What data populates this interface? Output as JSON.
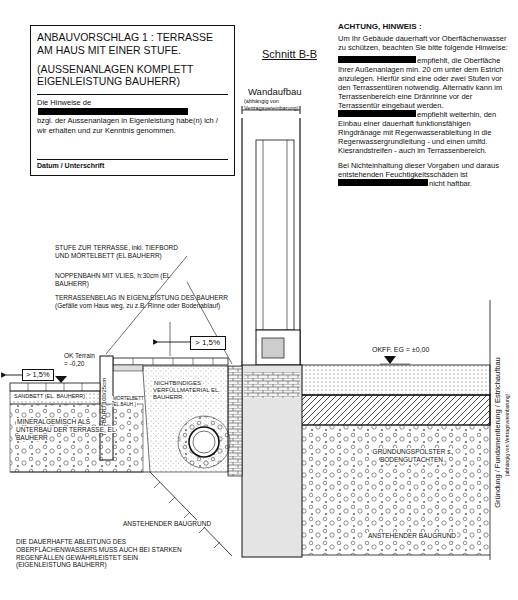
{
  "diagram": {
    "title": "Schnitt B-B",
    "nodes": [
      {
        "text": [
          "ANBAUVORSCHLAG 1 : TERRASSE AM HAUS MIT EINER STUFE.",
          "(AUSSENANLAGEN KOMPLETT EIGENLEISTUNG BAUHERR)",
          "Die Hinweise de",
          "bzgl. der Aussenanlagen in Eigenleistung habe(n) ich / wir erhalten und zur Kenntnis genommen.",
          "Datum / Unterschrift"
        ]
      },
      {
        "text": [
          "> 1,5%"
        ]
      },
      {
        "text": [
          "> 1,5%"
        ]
      }
    ],
    "labels": [
      "Wandaufbau",
      "(abhängig von Vertragsvereinbarung)",
      "ACHTUNG, HINWEIS :",
      "Um Ihr Gebäude dauerhaft vor Oberflächenwasser zu schützen, beachten Sie bitte folgende Hinweise:",
      "empfiehlt, die Oberfläche Ihrer Außenanlagen min. 20 cm unter dem Estrich anzulegen. Hierfür sind eine oder zwei Stufen vor den Terrassentüren notwendig. Alternativ kann im Terrassenbereich eine Dränrinne vor der Terrassentür eingebaut werden.",
      "empfiehlt weiterhin, den Einbau einer dauerhaft funktionsfähigen Ringdränage mit Regenwasserableitung in die Regenwassergrundleitung - und einen umlfd. Kiesrandstreifen - auch im Terrassenbereich.",
      "Bei Nichteinhaltung dieser Vorgaben und daraus entstehenden Feuchtigkeitsschäden ist",
      "nicht haftbar.",
      "STUFE ZUR TERRASSE, inkl. TIEFBORD UND MÖRTELBETT (EL BAUHERR)",
      "NOPPENBAHN MIT VLIES, h:30cm (EL BAUHERR)",
      "TERRASSENBELAG IN EIGENLEISTUNG DES BAUHERR (Gefälle vom Haus weg, zu z.B. Rinne oder Bodenablauf)",
      "OK Terrain = -0,20",
      "TIEFBORD 100/25cm",
      "SANDBETT (EL. BAUHERR)",
      "MÖRTELBETT (EL.BAUH.)",
      "MINERALGEMISCH ALS UNTERBAU DER TERRASSE, EL BAUHERR",
      "NICHTBINDIGES VERFÜLLMATERIAL EL. BAUHERR",
      "OKFF. EG = ±0,00",
      "Gründung / Fundamentierung / Estrichaufbau",
      "(abhängig von Vertragsvereinbarung)",
      "GRÜNDUNGSPOLSTER s. BODENGUTACHTEN",
      "ANSTEHENDER BAUGRUND",
      "ANSTEHENDER BAUGRUND",
      "DIE DAUERHAFTE ABLEITUNG DES OBERFLÄCHENWASSERS MUSS AUCH BEI STARKEN REGENFÄLLEN GEWÄHRLEISTET SEIN (EIGENLEISTUNG BAUHERR)"
    ]
  }
}
